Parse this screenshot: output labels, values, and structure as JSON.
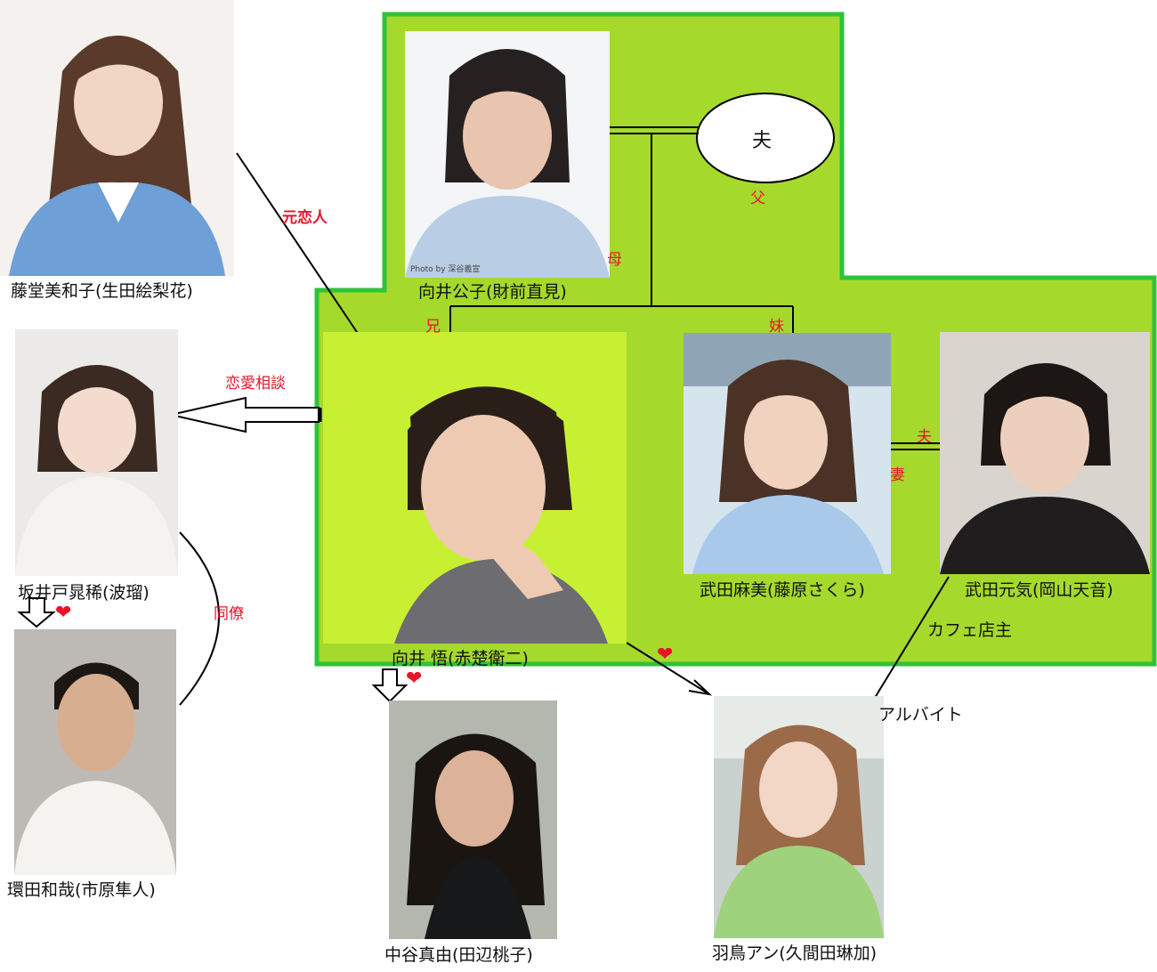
{
  "colors": {
    "family_area": "#a5d92b",
    "family_border": "#2fc23a",
    "relation_text": "#e8142a",
    "heart": "#e8142a"
  },
  "people": {
    "todo": {
      "name": "藤堂美和子(生田絵梨花)"
    },
    "kimiko": {
      "name": "向井公子(財前直見)",
      "photo_credit": "Photo by 深谷義宣"
    },
    "sakai": {
      "name": "坂井戸晁稀(波瑠)"
    },
    "satoru": {
      "name": "向井 悟(赤楚衛二)"
    },
    "asami": {
      "name": "武田麻美(藤原さくら)"
    },
    "genki": {
      "name": "武田元気(岡山天音)"
    },
    "tamaki": {
      "name": "環田和哉(市原隼人)"
    },
    "nakaya": {
      "name": "中谷真由(田辺桃子)"
    },
    "hato": {
      "name": "羽鳥アン(久間田琳加)"
    }
  },
  "relations": {
    "ex_lover": "元恋人",
    "love_advice": "恋愛相談",
    "colleague": "同僚",
    "mother": "母",
    "father": "父",
    "husband_oval": "夫",
    "older_brother": "兄",
    "younger_sister": "妹",
    "husband": "夫",
    "wife": "妻",
    "cafe_owner": "カフェ店主",
    "part_time": "アルバイト"
  },
  "heart_symbol": "❤"
}
